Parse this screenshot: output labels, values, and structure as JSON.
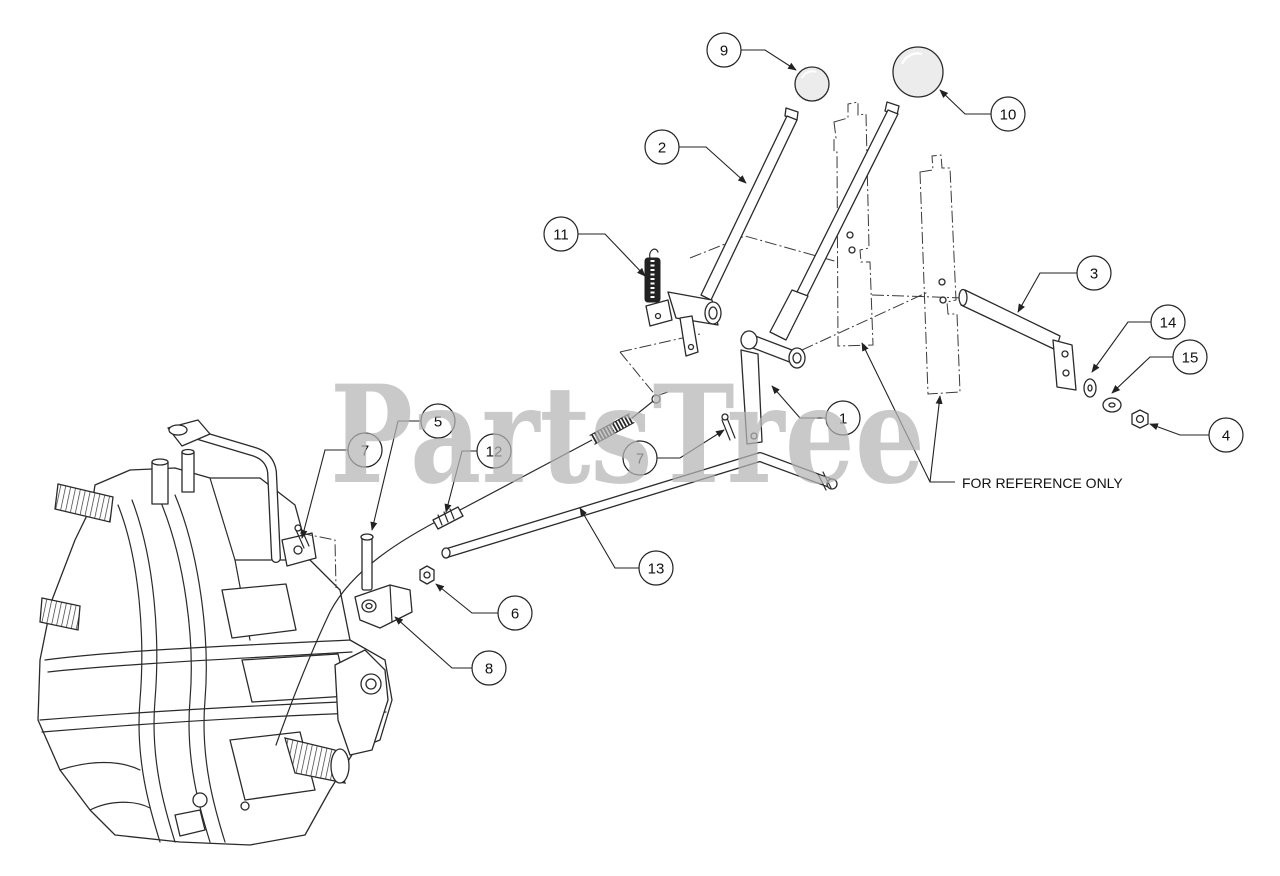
{
  "watermark": "PartsTree",
  "reference_note": "FOR REFERENCE ONLY",
  "callouts": [
    {
      "label": "1"
    },
    {
      "label": "2"
    },
    {
      "label": "3"
    },
    {
      "label": "4"
    },
    {
      "label": "5"
    },
    {
      "label": "6"
    },
    {
      "label": "7"
    },
    {
      "label": "7"
    },
    {
      "label": "8"
    },
    {
      "label": "9"
    },
    {
      "label": "10"
    },
    {
      "label": "11"
    },
    {
      "label": "12"
    },
    {
      "label": "13"
    },
    {
      "label": "14"
    },
    {
      "label": "15"
    }
  ]
}
